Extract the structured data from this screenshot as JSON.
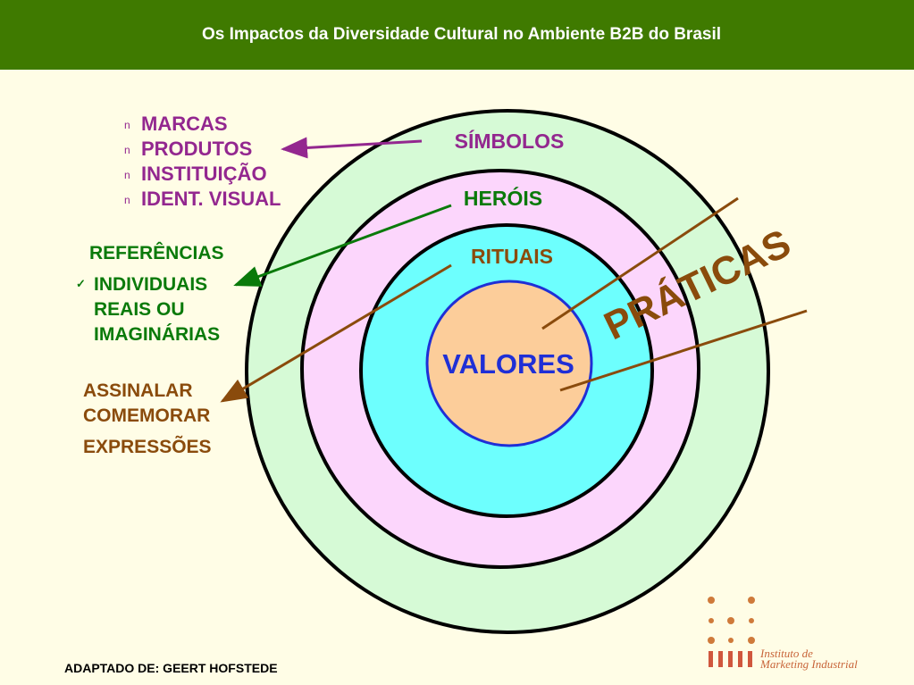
{
  "header": {
    "title": "Os Impactos da Diversidade Cultural no Ambiente B2B do Brasil"
  },
  "diagram": {
    "layers": {
      "simbolos": "SÍMBOLOS",
      "herois": "HERÓIS",
      "rituais": "RITUAIS",
      "valores": "VALORES",
      "praticas": "PRÁTICAS"
    },
    "colors": {
      "outer": "#d6fad6",
      "pink": "#fcd6fc",
      "cyan": "#6dfffe",
      "core": "#fccd9a",
      "core_border": "#1f2fd6"
    }
  },
  "symbols_list": {
    "bullet": "n",
    "items": [
      "MARCAS",
      "PRODUTOS",
      "INSTITUIÇÃO",
      "IDENT. VISUAL"
    ]
  },
  "heroes_list": {
    "title": "REFERÊNCIAS",
    "check": "✓",
    "lines": [
      "INDIVIDUAIS",
      "REAIS OU",
      "IMAGINÁRIAS"
    ]
  },
  "rituals_list": {
    "lines": [
      "ASSINALAR",
      "COMEMORAR",
      "EXPRESSÕES"
    ]
  },
  "footer": {
    "source": "ADAPTADO DE: GEERT HOFSTEDE"
  },
  "logo": {
    "line1": "Instituto de",
    "line2": "Marketing Industrial"
  }
}
